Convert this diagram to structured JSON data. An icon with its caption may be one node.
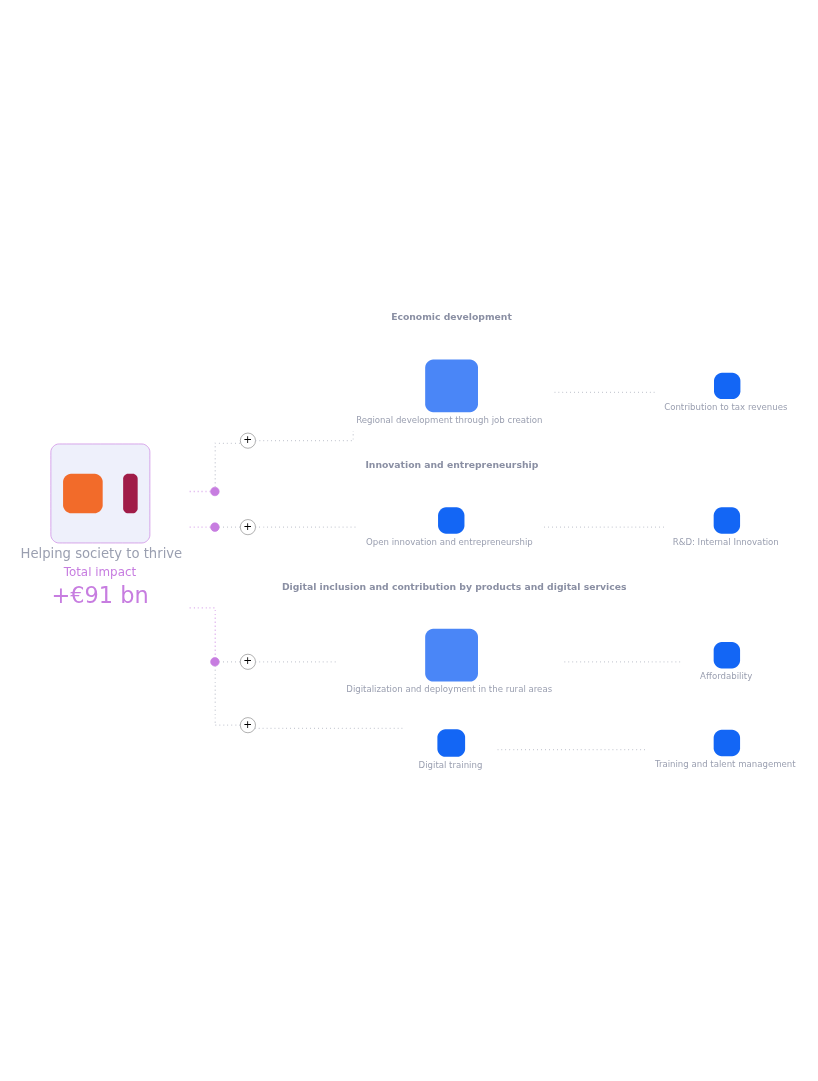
{
  "diagram": {
    "nodes": [
      {
        "text": [
          "Helping society to thrive",
          "Total impact",
          "+€91 bn"
        ]
      },
      {
        "text": [],
        "shape": "circle"
      },
      {
        "text": [
          "+"
        ]
      },
      {
        "text": [
          "Regional development through job creation"
        ]
      },
      {
        "text": [
          "Contribution to tax revenues"
        ]
      },
      {
        "text": [],
        "shape": "circle"
      },
      {
        "text": [
          "+"
        ]
      },
      {
        "text": [
          "Open innovation and entrepreneurship"
        ]
      },
      {
        "text": [
          "R&D: Internal Innovation"
        ]
      },
      {
        "text": [
          "+"
        ]
      },
      {
        "text": [
          "Digitalization and deployment in the rural areas"
        ]
      },
      {
        "text": [
          "Affordability"
        ]
      },
      {
        "text": [],
        "shape": "circle"
      },
      {
        "text": [
          "+"
        ]
      },
      {
        "text": [
          "Digital training"
        ]
      },
      {
        "text": [
          "Training and talent management"
        ]
      }
    ],
    "edges": [
      {
        "from": 0,
        "to": 1,
        "arrow": "none",
        "color": "#c77de0"
      },
      {
        "from": 1,
        "to": 2,
        "arrow": "none"
      },
      {
        "from": 2,
        "to": 3,
        "arrow": "none"
      },
      {
        "from": 3,
        "to": 4,
        "arrow": "none"
      },
      {
        "from": 0,
        "to": 5,
        "arrow": "none",
        "color": "#c77de0"
      },
      {
        "from": 5,
        "to": 6,
        "arrow": "none"
      },
      {
        "from": 6,
        "to": 7,
        "arrow": "none"
      },
      {
        "from": 7,
        "to": 8,
        "arrow": "none"
      },
      {
        "from": 0,
        "to": 12,
        "arrow": "none",
        "color": "#c77de0"
      },
      {
        "from": 12,
        "to": 9,
        "arrow": "none"
      },
      {
        "from": 9,
        "to": 10,
        "arrow": "none"
      },
      {
        "from": 10,
        "to": 11,
        "arrow": "none"
      },
      {
        "from": 12,
        "to": 13,
        "arrow": "none"
      },
      {
        "from": 13,
        "to": 14,
        "arrow": "none"
      },
      {
        "from": 14,
        "to": 15,
        "arrow": "none"
      }
    ],
    "labels": [
      "Economic development",
      "Innovation and entrepreneurship",
      "Digital inclusion and contribution by products and digital services"
    ]
  }
}
